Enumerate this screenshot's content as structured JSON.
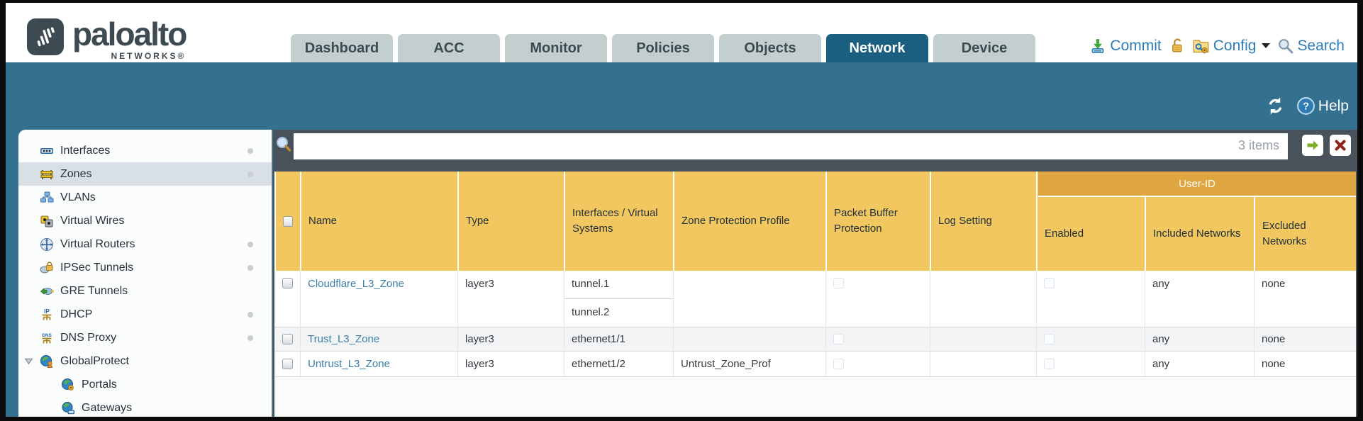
{
  "brand": {
    "word": "paloalto",
    "sub": "NETWORKS®"
  },
  "nav": {
    "tabs": [
      {
        "label": "Dashboard",
        "active": false
      },
      {
        "label": "ACC",
        "active": false
      },
      {
        "label": "Monitor",
        "active": false
      },
      {
        "label": "Policies",
        "active": false
      },
      {
        "label": "Objects",
        "active": false
      },
      {
        "label": "Network",
        "active": true
      },
      {
        "label": "Device",
        "active": false
      }
    ],
    "actions": {
      "commit": "Commit",
      "config": "Config",
      "search": "Search"
    }
  },
  "band": {
    "help": "Help"
  },
  "sidebar": {
    "items": [
      {
        "label": "Interfaces",
        "icon": "interfaces-icon",
        "has_dot": true,
        "selected": false,
        "indented": false
      },
      {
        "label": "Zones",
        "icon": "zones-icon",
        "has_dot": true,
        "selected": true,
        "indented": false
      },
      {
        "label": "VLANs",
        "icon": "vlans-icon",
        "has_dot": false,
        "selected": false,
        "indented": false
      },
      {
        "label": "Virtual Wires",
        "icon": "virtual-wires-icon",
        "has_dot": false,
        "selected": false,
        "indented": false
      },
      {
        "label": "Virtual Routers",
        "icon": "virtual-routers-icon",
        "has_dot": true,
        "selected": false,
        "indented": false
      },
      {
        "label": "IPSec Tunnels",
        "icon": "ipsec-tunnels-icon",
        "has_dot": true,
        "selected": false,
        "indented": false
      },
      {
        "label": "GRE Tunnels",
        "icon": "gre-tunnels-icon",
        "has_dot": false,
        "selected": false,
        "indented": false
      },
      {
        "label": "DHCP",
        "icon": "dhcp-icon",
        "has_dot": true,
        "selected": false,
        "indented": false
      },
      {
        "label": "DNS Proxy",
        "icon": "dns-proxy-icon",
        "has_dot": true,
        "selected": false,
        "indented": false
      },
      {
        "label": "GlobalProtect",
        "icon": "globalprotect-icon",
        "has_dot": false,
        "selected": false,
        "indented": false,
        "expanded": true
      },
      {
        "label": "Portals",
        "icon": "portals-icon",
        "has_dot": false,
        "selected": false,
        "indented": true
      },
      {
        "label": "Gateways",
        "icon": "gateways-icon",
        "has_dot": false,
        "selected": false,
        "indented": true
      }
    ]
  },
  "filter": {
    "value": "",
    "placeholder": "",
    "count": "3 items"
  },
  "table": {
    "group_header": "User-ID",
    "columns": [
      "Name",
      "Type",
      "Interfaces / Virtual Systems",
      "Zone Protection Profile",
      "Packet Buffer Protection",
      "Log Setting",
      "Enabled",
      "Included Networks",
      "Excluded Networks"
    ],
    "rows": [
      {
        "name": "Cloudflare_L3_Zone",
        "type": "layer3",
        "interfaces": [
          "tunnel.1",
          "tunnel.2"
        ],
        "zone_protection_profile": "",
        "packet_buffer_protection": false,
        "log_setting": "",
        "enabled": false,
        "included_networks": "any",
        "excluded_networks": "none"
      },
      {
        "name": "Trust_L3_Zone",
        "type": "layer3",
        "interfaces": [
          "ethernet1/1"
        ],
        "zone_protection_profile": "",
        "packet_buffer_protection": false,
        "log_setting": "",
        "enabled": false,
        "included_networks": "any",
        "excluded_networks": "none"
      },
      {
        "name": "Untrust_L3_Zone",
        "type": "layer3",
        "interfaces": [
          "ethernet1/2"
        ],
        "zone_protection_profile": "Untrust_Zone_Prof",
        "packet_buffer_protection": false,
        "log_setting": "",
        "enabled": false,
        "included_networks": "any",
        "excluded_networks": "none"
      }
    ]
  },
  "colors": {
    "teal_band": "#34708F",
    "slate_toolbar": "#49515B",
    "header_amber": "#F2C75F",
    "userid_amber": "#DFA540",
    "tab_active": "#1A5F80",
    "tab_inactive": "#C3CFCE",
    "link_blue": "#3D7FA8",
    "action_blue": "#2E7CB4",
    "selected_item": "#D8DFE5"
  }
}
